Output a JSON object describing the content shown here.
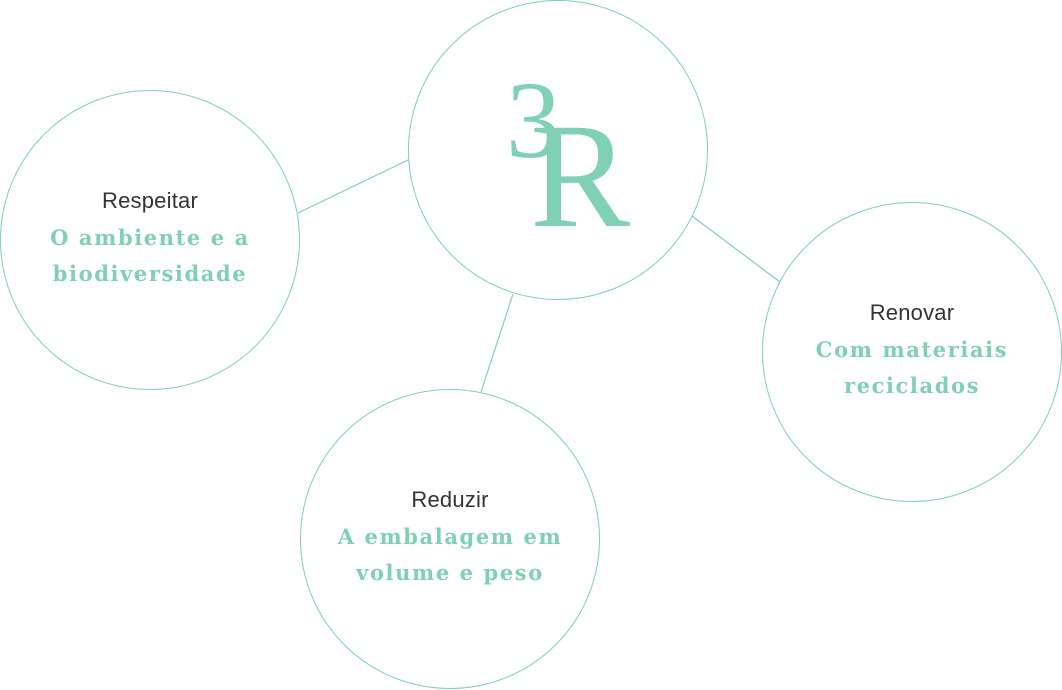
{
  "colors": {
    "accent": "#7fd0b4",
    "title_text": "#333333",
    "background": "#ffffff"
  },
  "center": {
    "logo_superscript": "3",
    "logo_letter": "R"
  },
  "nodes": {
    "respeitar": {
      "title": "Respeitar",
      "desc_line1": "O ambiente e a",
      "desc_line2": "biodiversidade"
    },
    "renovar": {
      "title": "Renovar",
      "desc_line1": "Com materiais",
      "desc_line2": "reciclados"
    },
    "reduzir": {
      "title": "Reduzir",
      "desc_line1": "A embalagem em",
      "desc_line2": "volume e peso"
    }
  }
}
